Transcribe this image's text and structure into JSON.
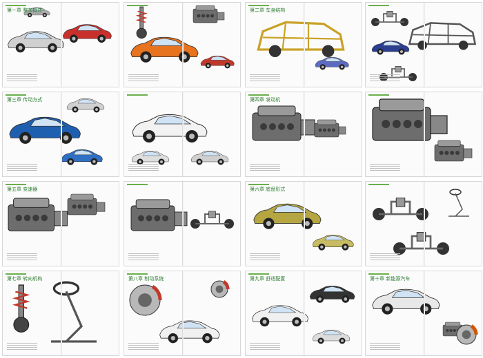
{
  "spreads": [
    {
      "chapter": "第一章 整车概述",
      "theme": "silver-roadster",
      "accent": "#c9302c"
    },
    {
      "chapter": "",
      "theme": "orange-coupe",
      "accent": "#e8731e"
    },
    {
      "chapter": "第二章 车身结构",
      "theme": "body-frame",
      "accent": "#c9a227"
    },
    {
      "chapter": "",
      "theme": "suspension-frame",
      "accent": "#2c3e8f"
    },
    {
      "chapter": "第三章 传动方式",
      "theme": "blue-hatch",
      "accent": "#1f5fb0"
    },
    {
      "chapter": "",
      "theme": "white-coupe",
      "accent": "#9e9e9e"
    },
    {
      "chapter": "第四章 发动机",
      "theme": "engine",
      "accent": "#555555"
    },
    {
      "chapter": "",
      "theme": "engine-parts",
      "accent": "#666666"
    },
    {
      "chapter": "第五章 变速器",
      "theme": "transmission",
      "accent": "#777777"
    },
    {
      "chapter": "",
      "theme": "gearbox",
      "accent": "#8a8a8a"
    },
    {
      "chapter": "第六章 底盘形式",
      "theme": "chassis-car",
      "accent": "#b5a642"
    },
    {
      "chapter": "",
      "theme": "suspension",
      "accent": "#6a6a6a"
    },
    {
      "chapter": "第七章 转向机构",
      "theme": "steering",
      "accent": "#888888"
    },
    {
      "chapter": "第八章 制动系统",
      "theme": "brakes",
      "accent": "#c0392b"
    },
    {
      "chapter": "第九章 舒适配置",
      "theme": "comfort",
      "accent": "#c0392b"
    },
    {
      "chapter": "第十章 新能源汽车",
      "theme": "hybrid",
      "accent": "#d35400"
    }
  ]
}
